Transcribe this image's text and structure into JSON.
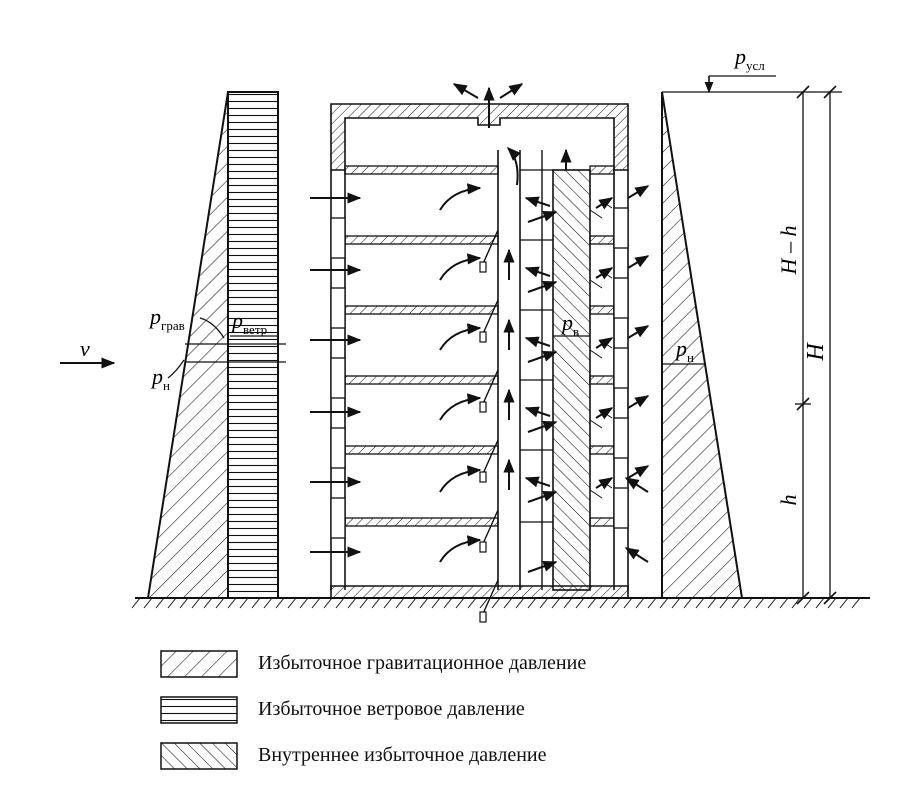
{
  "labels": {
    "velocity": "v",
    "p_grav": {
      "base": "p",
      "sub": "грав"
    },
    "p_wind": {
      "base": "p",
      "sub": "ветр"
    },
    "p_n_left": {
      "base": "p",
      "sub": "н"
    },
    "p_n_right": {
      "base": "p",
      "sub": "н"
    },
    "p_in": {
      "base": "p",
      "sub": "в"
    },
    "p_usl": {
      "base": "p",
      "sub": "усл"
    },
    "dim_H_minus_h": "H – h",
    "dim_H": "H",
    "dim_h": "h"
  },
  "legend": [
    {
      "key": "grav",
      "label": "Избыточное гравитационное давление"
    },
    {
      "key": "wind",
      "label": "Избыточное ветровое давление"
    },
    {
      "key": "internal",
      "label": "Внутреннее избыточное давление"
    }
  ],
  "colors": {
    "ink": "#111111",
    "background": "#ffffff"
  }
}
